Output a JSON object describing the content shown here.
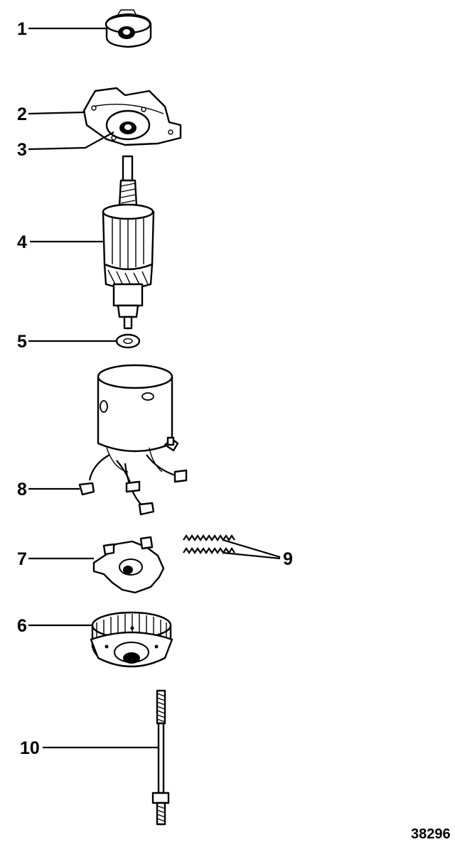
{
  "diagram": {
    "callouts": [
      {
        "label": "1"
      },
      {
        "label": "2"
      },
      {
        "label": "3"
      },
      {
        "label": "4"
      },
      {
        "label": "5"
      },
      {
        "label": "8"
      },
      {
        "label": "7"
      },
      {
        "label": "9"
      },
      {
        "label": "6"
      },
      {
        "label": "10"
      }
    ],
    "figure_number": "38296"
  }
}
